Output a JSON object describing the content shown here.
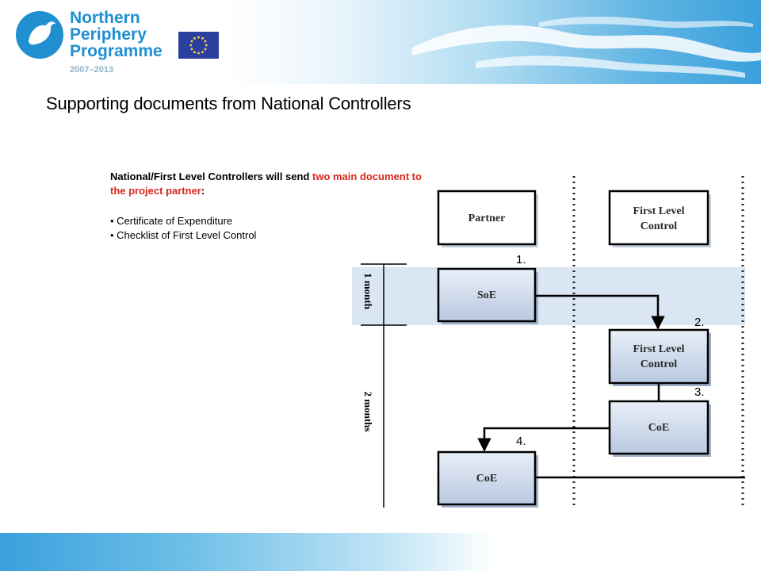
{
  "header": {
    "logo_lines": [
      "Northern",
      "Periphery",
      "Programme"
    ],
    "logo_years": "2007–2013"
  },
  "slide": {
    "title": "Supporting documents from National Controllers"
  },
  "intro": {
    "part1": "National/First Level Controllers will send ",
    "part2_red": "two main document to the project partner",
    "part3": ":"
  },
  "bullets": [
    "• Certificate of Expenditure",
    "• Checklist of First Level Control"
  ],
  "diagram": {
    "boxes": {
      "partner": "Partner",
      "flc_top": [
        "First Level",
        "Control"
      ],
      "soe": "SoE",
      "flc_mid": [
        "First Level",
        "Control"
      ],
      "coe_right": "CoE",
      "coe_left": "CoE"
    },
    "steps": [
      "1.",
      "2.",
      "3.",
      "4."
    ],
    "durations": {
      "one_month": "1 month",
      "two_months": "2 months"
    }
  },
  "colors": {
    "accent": "#1f8fd0",
    "highlight": "#d9261c",
    "band": "#dbe6f4"
  }
}
